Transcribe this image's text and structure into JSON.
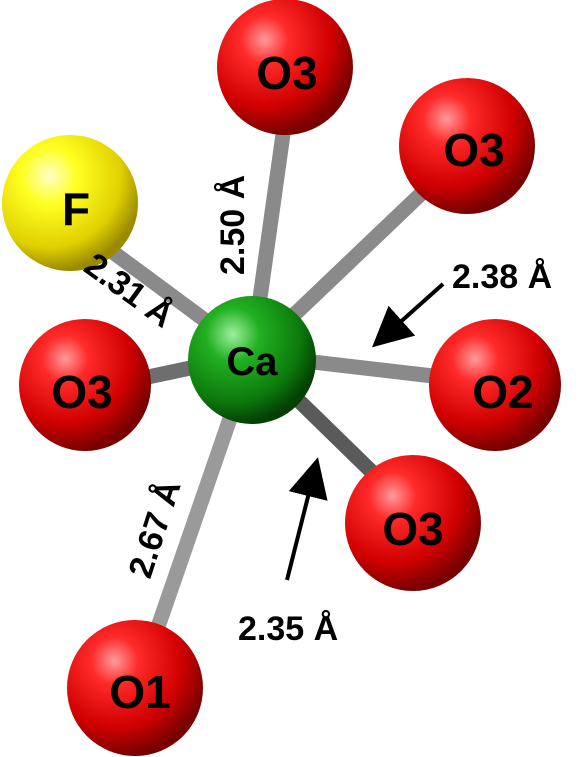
{
  "atoms": [
    {
      "id": "ca",
      "label": "Ca",
      "element": "Ca",
      "color": "#1a9a1a"
    },
    {
      "id": "f",
      "label": "F",
      "element": "F",
      "color": "#f2e200"
    },
    {
      "id": "o3_top",
      "label": "O3",
      "element": "O",
      "color": "#e01010"
    },
    {
      "id": "o3_upper_right",
      "label": "O3",
      "element": "O",
      "color": "#e01010"
    },
    {
      "id": "o3_left",
      "label": "O3",
      "element": "O",
      "color": "#e01010"
    },
    {
      "id": "o2",
      "label": "O2",
      "element": "O",
      "color": "#e01010"
    },
    {
      "id": "o3_lower_right",
      "label": "O3",
      "element": "O",
      "color": "#e01010"
    },
    {
      "id": "o1",
      "label": "O1",
      "element": "O",
      "color": "#e01010"
    }
  ],
  "bond_labels": {
    "ca_o3_top": "2.50 Å",
    "ca_f": "2.31 Å",
    "ca_o1": "2.67 Å",
    "ca_o2": "2.38 Å",
    "ca_o3_lower_right": "2.35 Å"
  }
}
